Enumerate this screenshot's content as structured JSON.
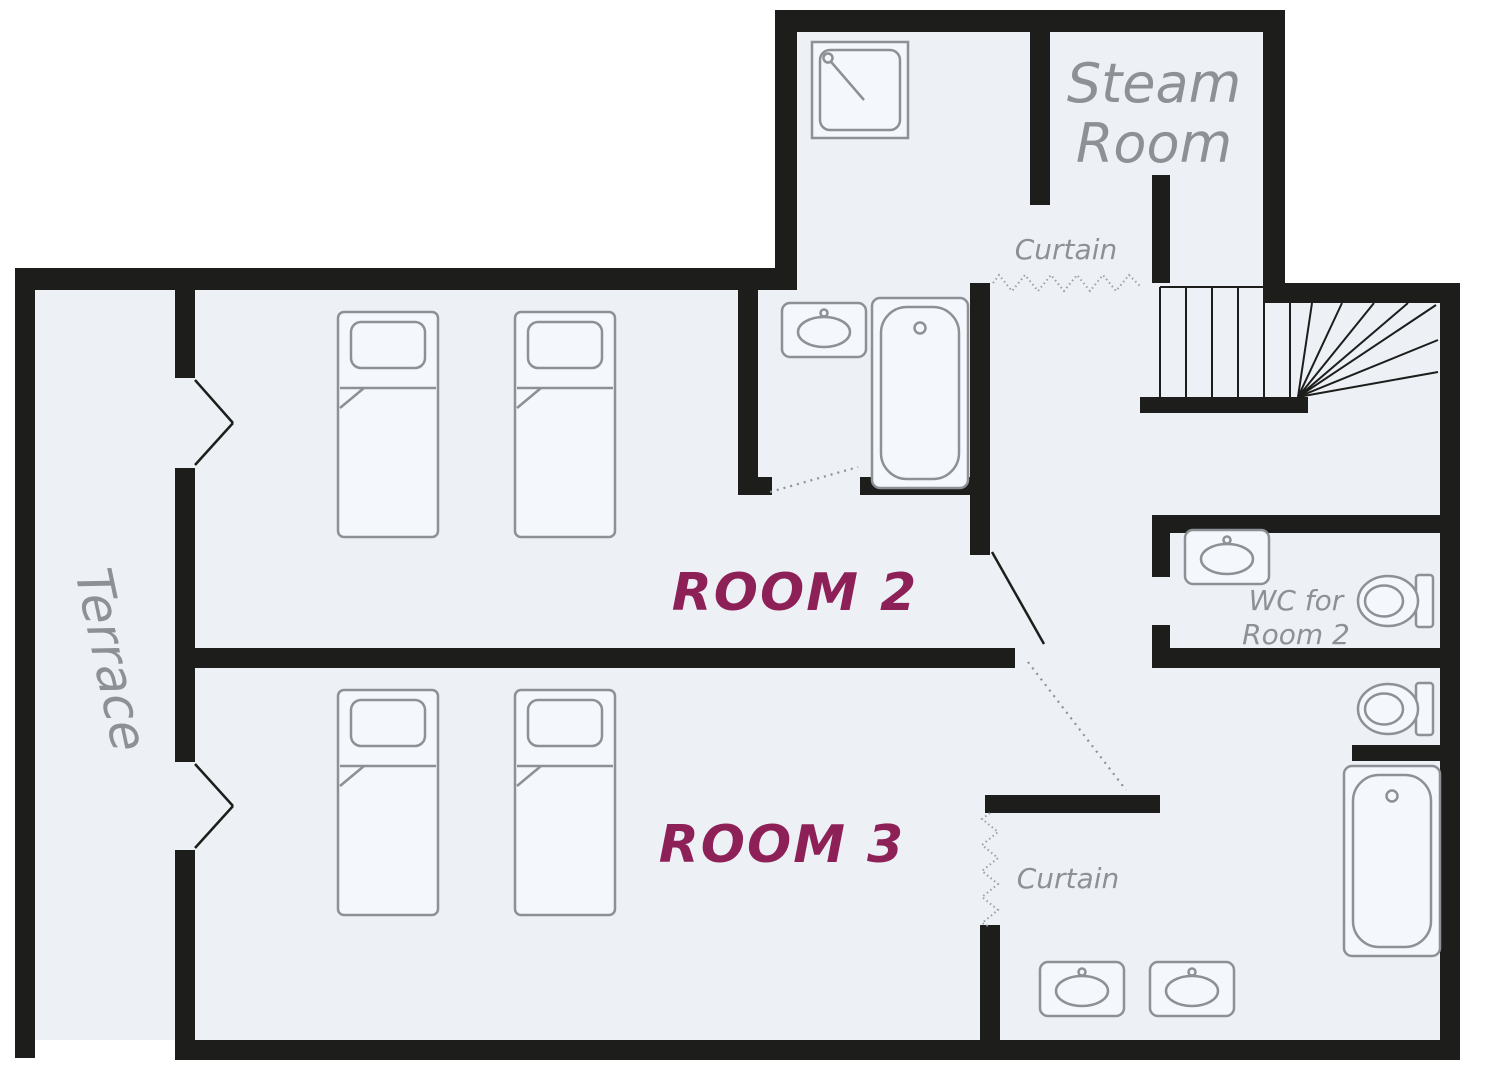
{
  "title": "Chalet lower floor plan",
  "colors": {
    "wall": "#1d1d1b",
    "floor": "#edf1f6",
    "fixture_outline": "#8d9196",
    "fixture_fill": "#f4f7fb",
    "room_label": "#8e2058",
    "text_label": "#8d9196"
  },
  "labels": {
    "steam_line1": "Steam",
    "steam_line2": "Room",
    "curtain_top": "Curtain",
    "curtain_bottom": "Curtain",
    "terrace": "Terrace",
    "room2": "ROOM 2",
    "room3": "ROOM 3",
    "wc_line1": "WC for",
    "wc_line2": "Room 2"
  },
  "fixtures": {
    "steam_room_area": [
      "shower-cubicle"
    ],
    "room2": [
      "single-bed",
      "single-bed"
    ],
    "room2_ensuite": [
      "sink",
      "bathtub"
    ],
    "wc_for_room2": [
      "sink",
      "toilet"
    ],
    "room3": [
      "single-bed",
      "single-bed"
    ],
    "bottom_bathroom": [
      "toilet",
      "bathtub",
      "sink",
      "sink"
    ],
    "stairs": "winder-staircase",
    "curtains": [
      "curtain-top-passage",
      "curtain-bathroom"
    ],
    "doors": [
      "terrace-door",
      "terrace-door",
      "room2-door",
      "ensuite-door",
      "bathroom-door"
    ]
  }
}
